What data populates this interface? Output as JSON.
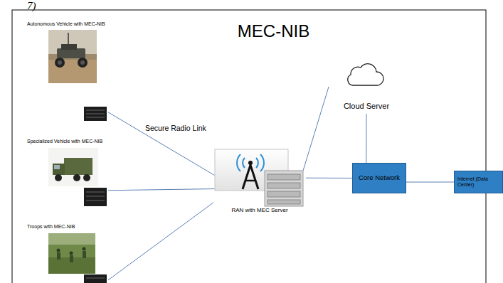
{
  "diagram": {
    "title": "MEC-NIB",
    "nodes": [
      {
        "text": [
          "Autonomous Vehicle with MEC-NIB"
        ]
      },
      {
        "text": [
          "Specialized Vehicle with MEC-NIB"
        ]
      },
      {
        "text": [
          "Troops with MEC-NIB"
        ]
      },
      {
        "text": [
          "RAN with MEC Server"
        ]
      },
      {
        "text": [
          "Cloud Server"
        ]
      },
      {
        "text": [
          "Core Network"
        ]
      },
      {
        "text": [
          "Internet (Data Center)"
        ]
      }
    ],
    "edges": [
      {
        "from": 0,
        "to": 3,
        "arrow": "none",
        "label": "Secure Radio Link"
      },
      {
        "from": 1,
        "to": 3,
        "arrow": "none"
      },
      {
        "from": 2,
        "to": 3,
        "arrow": "none"
      },
      {
        "from": 3,
        "to": 4,
        "arrow": "none"
      },
      {
        "from": 3,
        "to": 5,
        "arrow": "none"
      },
      {
        "from": 4,
        "to": 5,
        "arrow": "none"
      },
      {
        "from": 5,
        "to": 6,
        "arrow": "none"
      }
    ],
    "labels": [
      "7)"
    ]
  }
}
